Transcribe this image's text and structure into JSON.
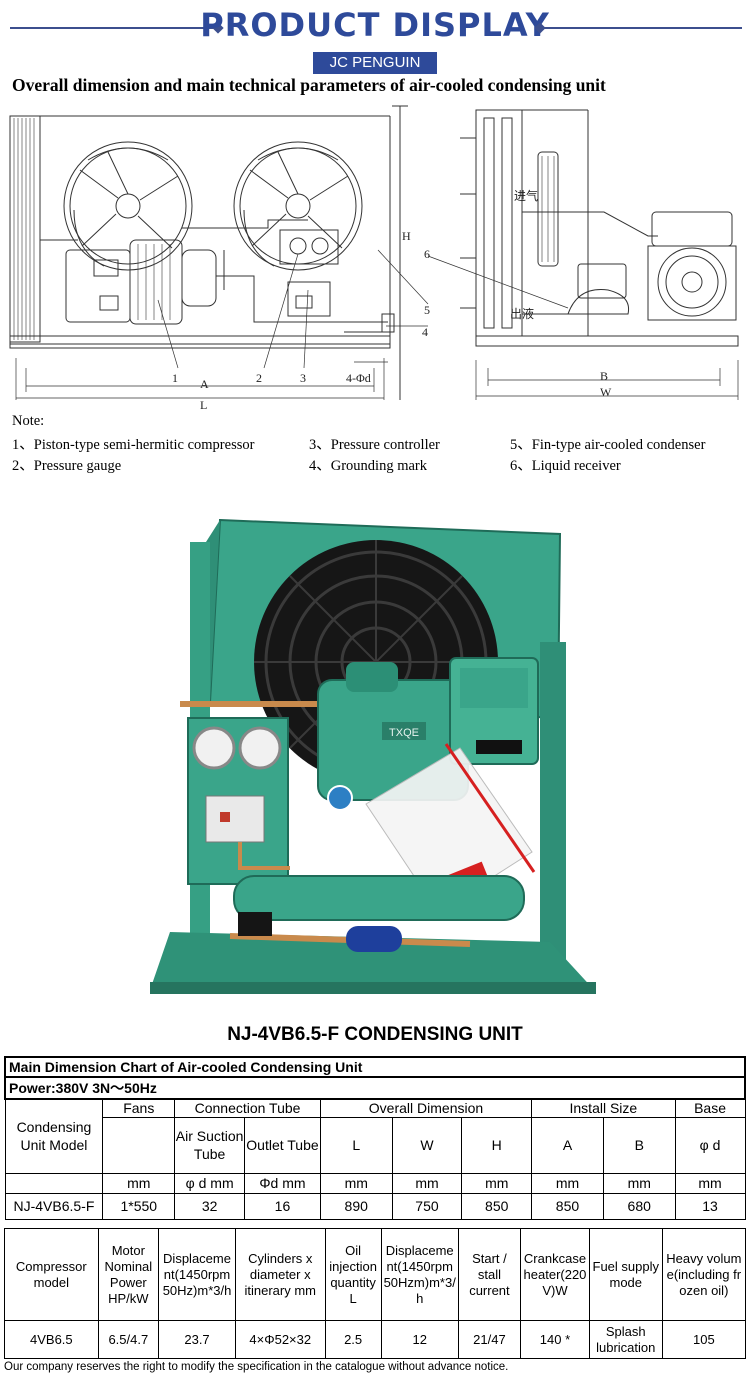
{
  "header": {
    "title": "PRODUCT DISPLAY",
    "brand": "JC PENGUIN",
    "subtitle": "Overall dimension and main technical parameters of air-cooled condensing unit"
  },
  "drawing": {
    "front_labels": {
      "p1": "1",
      "p2": "2",
      "p3": "3",
      "p4": "4",
      "p5": "5",
      "hole": "4-Φd",
      "a": "A",
      "l": "L",
      "h": "H"
    },
    "side_labels": {
      "p6": "6",
      "inlet": "进气",
      "outlet": "出液",
      "b": "B",
      "w": "W"
    }
  },
  "notes": {
    "label": "Note:",
    "items": [
      "1、Piston-type semi-hermitic compressor",
      "3、Pressure controller",
      "5、Fin-type air-cooled condenser",
      "2、Pressure gauge",
      "4、Grounding mark",
      "6、Liquid receiver"
    ]
  },
  "photo": {
    "compressor_brand": "TXQE",
    "colors": {
      "body": "#3aa58a",
      "dark": "#1f6b58",
      "fan": "#161616",
      "copper": "#c98a4c"
    }
  },
  "product_title": "NJ-4VB6.5-F  CONDENSING UNIT",
  "table1": {
    "caption": "Main Dimension Chart of Air-cooled Condensing Unit",
    "power": "Power:380V 3N～50Hz",
    "model_header": "Condensing Unit Model",
    "fans": "Fans",
    "connection_tube": "Connection Tube",
    "overall_dimension": "Overall Dimension",
    "install_size": "Install Size",
    "base": "Base",
    "air_suction": "Air Suction Tube",
    "outlet_tube": "Outlet Tube",
    "L": "L",
    "W": "W",
    "H": "H",
    "A": "A",
    "B": "B",
    "phid": "φ d",
    "units": [
      "mm",
      "φ d mm",
      "Φd mm",
      "mm",
      "mm",
      "mm",
      "mm",
      "mm",
      "mm"
    ],
    "row": [
      "NJ-4VB6.5-F",
      "1*550",
      "32",
      "16",
      "890",
      "750",
      "850",
      "850",
      "680",
      "13"
    ]
  },
  "table2": {
    "headers": [
      "Compressor model",
      "Motor Nominal Power HP/kW",
      "Displacement(1450rpm 50Hz)m*3/h",
      "Cylinders x diameter x itinerary mm",
      "Oil injection quantity L",
      "Displacement(1450rpm 50Hzm)m*3/h",
      "Start / stall current",
      "Crankcase heater(220V)W",
      "Fuel supply mode",
      "Heavy volume(including frozen oil)"
    ],
    "row": [
      "4VB6.5",
      "6.5/4.7",
      "23.7",
      "4×Φ52×32",
      "2.5",
      "12",
      "21/47",
      "140 *",
      "Splash lubrication",
      "105"
    ]
  },
  "footer": "Our company reserves the right to modify the specification in the catalogue without advance notice."
}
